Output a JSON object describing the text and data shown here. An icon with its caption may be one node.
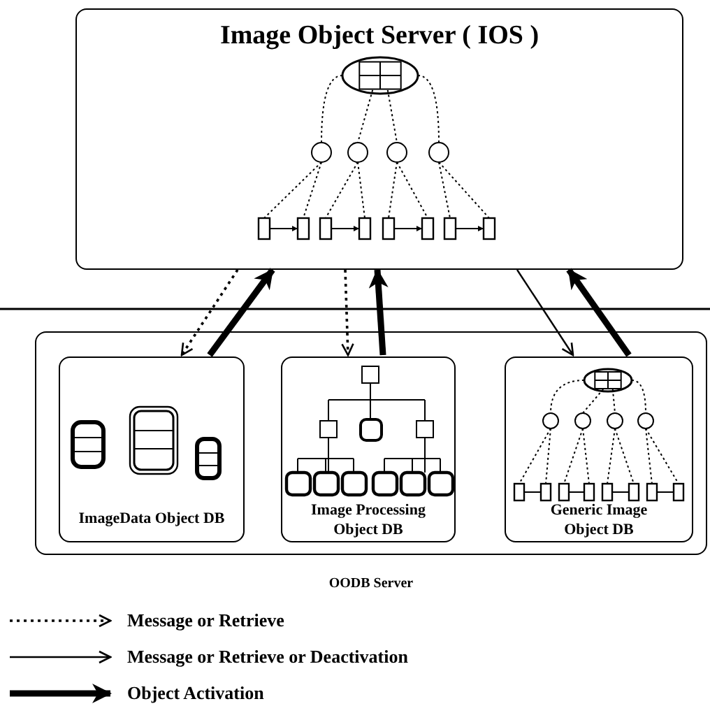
{
  "diagram": {
    "nodes": [
      {
        "text": [
          "Image Object Server ( IOS )"
        ]
      },
      {
        "text": [
          "OODB Server"
        ]
      },
      {
        "text": [
          "ImageData Object DB"
        ],
        "in": 1
      },
      {
        "text": [
          "Image Processing Object DB"
        ],
        "in": 1
      },
      {
        "text": [
          "Generic Image Object DB"
        ],
        "in": 1
      }
    ],
    "edges": [
      {
        "from": 0,
        "to": 2,
        "arrow": "to",
        "style": "dashed"
      },
      {
        "from": 2,
        "to": 0,
        "arrow": "to",
        "style": "thick"
      },
      {
        "from": 0,
        "to": 3,
        "arrow": "to",
        "style": "dashed"
      },
      {
        "from": 3,
        "to": 0,
        "arrow": "to",
        "style": "thick"
      },
      {
        "from": 0,
        "to": 4,
        "arrow": "to"
      },
      {
        "from": 4,
        "to": 0,
        "arrow": "to",
        "style": "thick"
      }
    ],
    "legend": [
      {
        "text": "Message or Retrieve"
      },
      {
        "text": "Message or Retrieve or Deactivation"
      },
      {
        "text": "Object Activation"
      }
    ]
  }
}
